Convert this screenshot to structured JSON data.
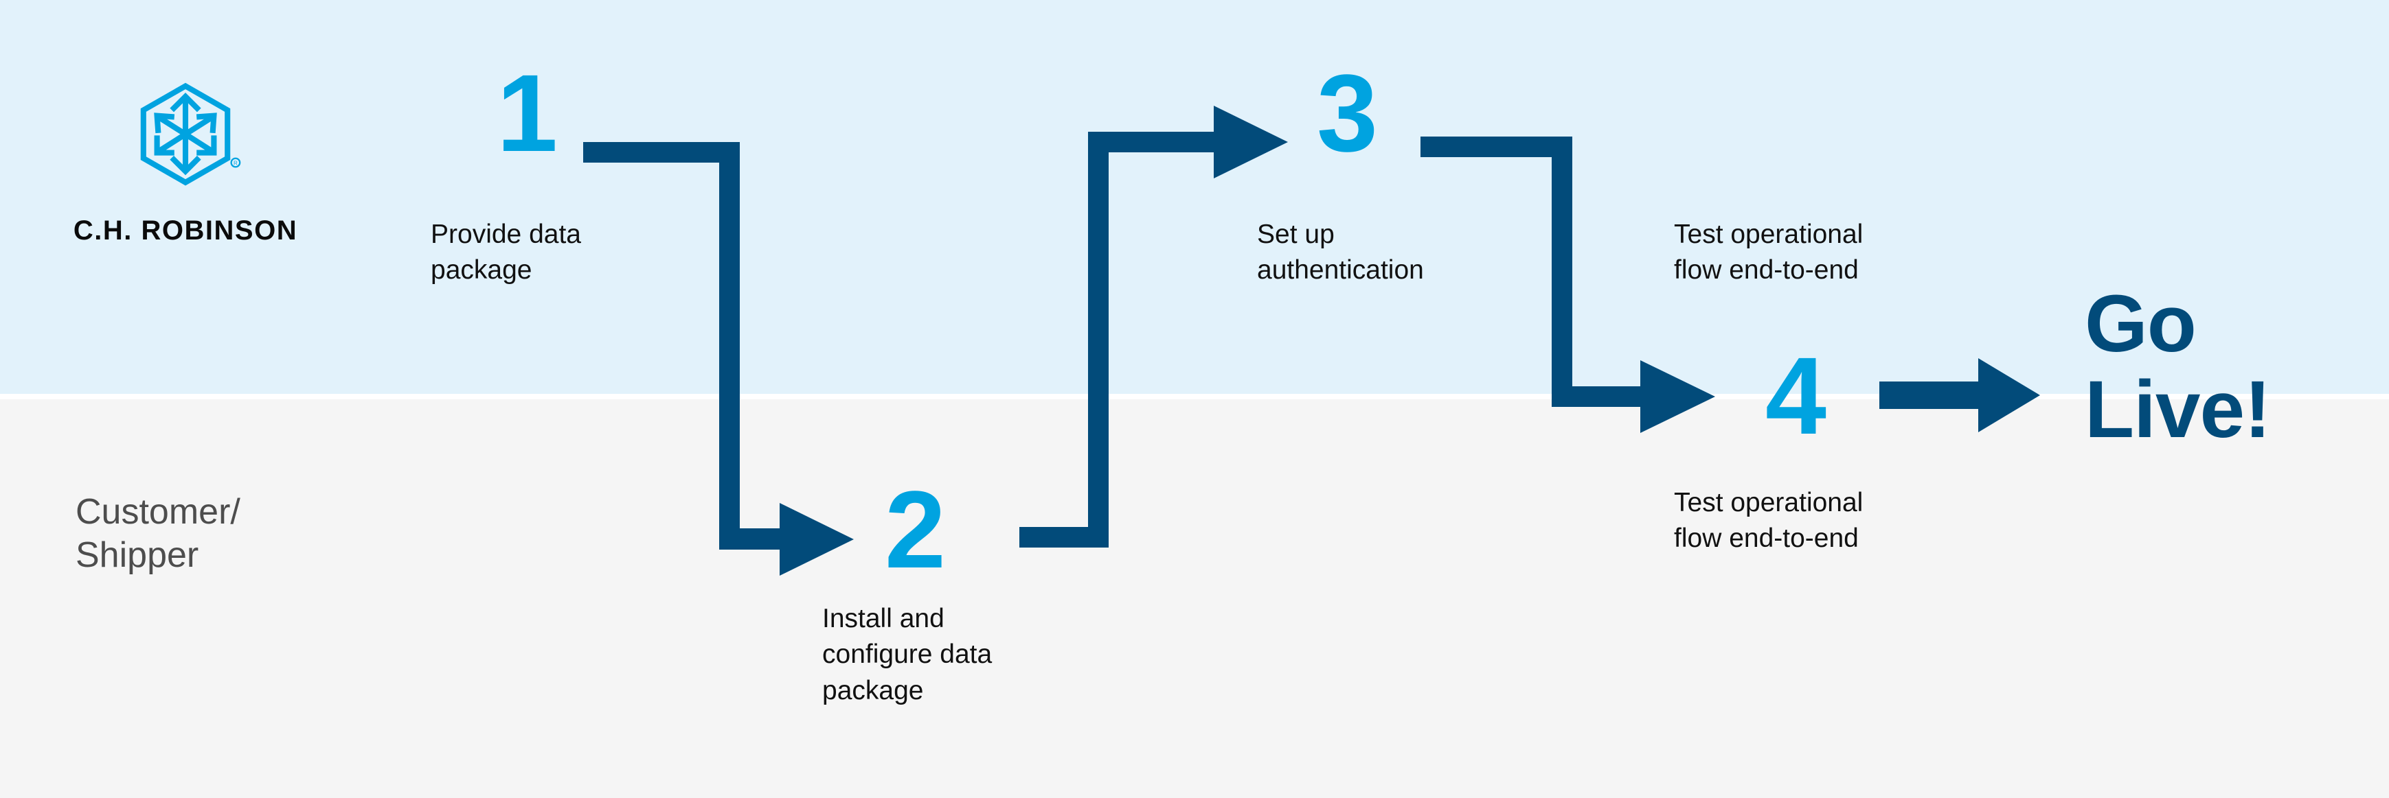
{
  "brand": {
    "name": "C.H. ROBINSON",
    "logo_icon": "hexagon-cube-arrows-icon",
    "registered_mark": "®",
    "logo_color": "#00a3e0",
    "wordmark_color": "#0b0b0b"
  },
  "colors": {
    "band_top": "#e2f2fb",
    "band_bottom": "#f5f5f5",
    "accent_light_blue": "#00a3e0",
    "accent_navy": "#024B7A",
    "body_text": "#111111",
    "lane_label_text": "#4d4d4d"
  },
  "lane": {
    "label_line_1": "Customer/",
    "label_line_2": "Shipper"
  },
  "steps": [
    {
      "number": "1",
      "caption_line_1": "Provide data",
      "caption_line_2": "package",
      "band": "top"
    },
    {
      "number": "2",
      "caption_line_1": "Install and",
      "caption_line_2": "configure data",
      "caption_line_3": "package",
      "band": "bottom"
    },
    {
      "number": "3",
      "caption_line_1": "Set up",
      "caption_line_2": "authentication",
      "band": "top"
    },
    {
      "number": "4",
      "caption_line_1": "Test operational",
      "caption_line_2": "flow end-to-end",
      "band": "bottom"
    }
  ],
  "extra_caption": {
    "line_1": "Test operational",
    "line_2": "flow end-to-end"
  },
  "outcome": {
    "line_1": "Go",
    "line_2": "Live!"
  },
  "connectors": [
    {
      "name": "step-1-to-step-2",
      "from": "1",
      "to": "2",
      "shape": "down-right-elbow-arrow"
    },
    {
      "name": "step-2-to-step-3",
      "from": "2",
      "to": "3",
      "shape": "up-right-elbow-arrow"
    },
    {
      "name": "step-3-to-step-4",
      "from": "3",
      "to": "4",
      "shape": "down-right-elbow-arrow"
    },
    {
      "name": "step-4-to-go-live",
      "from": "4",
      "to": "Go Live!",
      "shape": "straight-right-arrow"
    }
  ]
}
